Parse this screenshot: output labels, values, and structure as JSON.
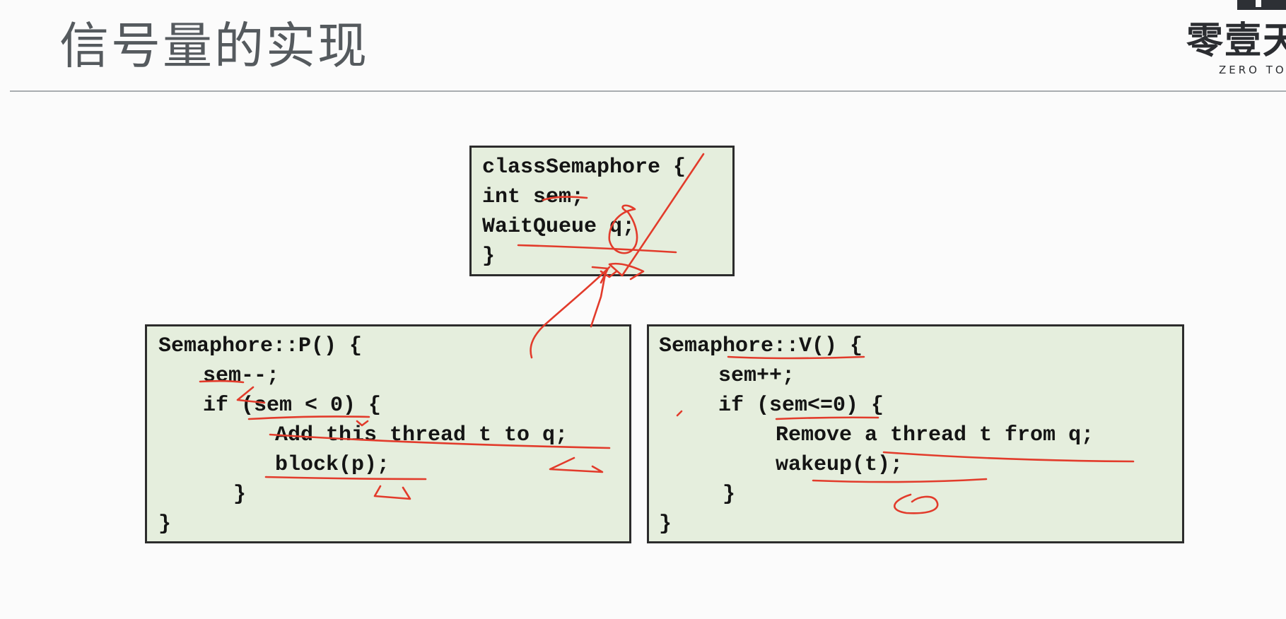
{
  "slide": {
    "title": "信号量的实现"
  },
  "logo": {
    "name_cn": "零壹天",
    "name_en": "ZERO TO"
  },
  "class_box": {
    "lines": [
      "classSemaphore {",
      "int sem;",
      "WaitQueue q;",
      "}"
    ]
  },
  "p_box": {
    "lines": [
      "Semaphore::P() {",
      "sem--;",
      "if (sem < 0) {",
      "Add this thread t to q;",
      "block(p);",
      "}",
      "}"
    ]
  },
  "v_box": {
    "lines": [
      "Semaphore::V() {",
      "sem++;",
      "if (sem<=0) {",
      "Remove a thread t from q;",
      "wakeup(t);",
      "}",
      "}"
    ]
  },
  "colors": {
    "code_background": "#e5eedd",
    "annotation_ink": "#e23b2b",
    "title_text": "#555a5e"
  }
}
